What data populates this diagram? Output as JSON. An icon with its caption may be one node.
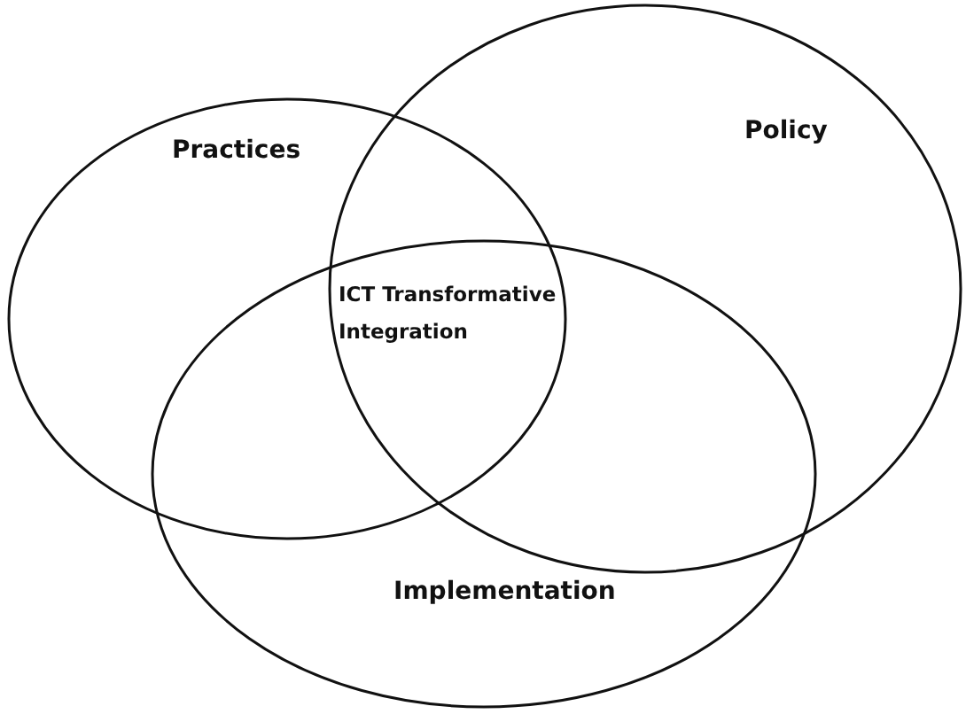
{
  "diagram": {
    "nodes": [
      {
        "text": [
          "Practices"
        ]
      },
      {
        "text": [
          "Policy"
        ]
      },
      {
        "text": [
          "Implementation"
        ]
      }
    ],
    "labels": [
      "ICT Transformative Integration"
    ]
  }
}
